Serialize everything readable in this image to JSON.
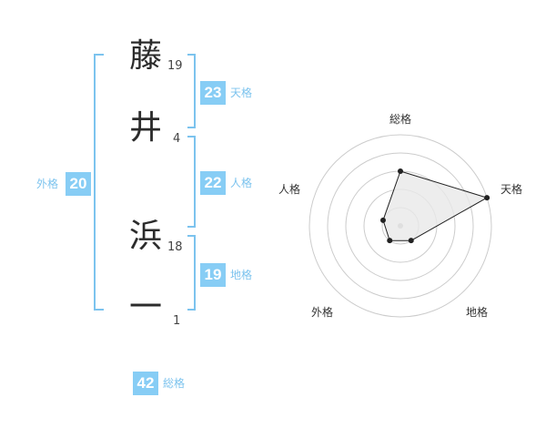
{
  "name_chars": [
    {
      "char": "藤",
      "strokes": "19"
    },
    {
      "char": "井",
      "strokes": "4"
    },
    {
      "char": "浜",
      "strokes": "18"
    },
    {
      "char": "一",
      "strokes": "1"
    }
  ],
  "fortunes": {
    "tenkaku": {
      "label": "天格",
      "value": "23"
    },
    "jinkaku": {
      "label": "人格",
      "value": "22"
    },
    "chikaku": {
      "label": "地格",
      "value": "19"
    },
    "gaikaku": {
      "label": "外格",
      "value": "20"
    },
    "soukaku": {
      "label": "総格",
      "value": "42"
    }
  },
  "chart_data": {
    "type": "radar",
    "axes": [
      "総格",
      "天格",
      "地格",
      "外格",
      "人格"
    ],
    "values": [
      3,
      5,
      1,
      1,
      1
    ],
    "max": 5,
    "colors": {
      "line": "#222222",
      "fill": "#e9e9e9",
      "grid": "#cccccc",
      "point": "#222222",
      "center": "#bbbbbb"
    }
  },
  "colors": {
    "accent": "#87cdf5",
    "bracket": "#7cc3ee"
  }
}
